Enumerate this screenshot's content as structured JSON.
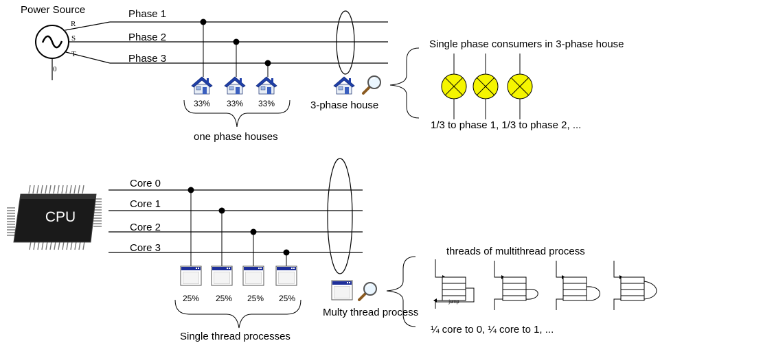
{
  "power": {
    "source_label": "Power Source",
    "terminals": [
      "R",
      "S",
      "T",
      "0"
    ],
    "phases": [
      "Phase 1",
      "Phase 2",
      "Phase 3"
    ],
    "house_percents": [
      "33%",
      "33%",
      "33%"
    ],
    "one_phase_label": "one phase houses",
    "three_phase_label": "3-phase house",
    "consumers_title": "Single phase consumers in 3-phase house",
    "consumers_caption": "1/3 to phase 1, 1/3 to phase 2, ...",
    "colors": {
      "lamp_fill": "#f5f500",
      "roof": "#1f3fa8",
      "wall": "#e8eef6"
    }
  },
  "cpu": {
    "chip_label": "CPU",
    "cores": [
      "Core 0",
      "Core 1",
      "Core 2",
      "Core 3"
    ],
    "process_percents": [
      "25%",
      "25%",
      "25%",
      "25%"
    ],
    "single_label": "Single thread processes",
    "multi_label": "Multy thread process",
    "threads_title": "threads of multithread process",
    "threads_caption": "¼ core to 0, ¼ core to 1, ...",
    "jump_label": "jump",
    "colors": {
      "window_bar": "#1e2f9a",
      "chip": "#1a1a1a"
    }
  },
  "icons": [
    "house-icon",
    "magnifier-icon",
    "window-icon",
    "lamp-icon",
    "thread-stack-icon",
    "sine-source-icon"
  ]
}
